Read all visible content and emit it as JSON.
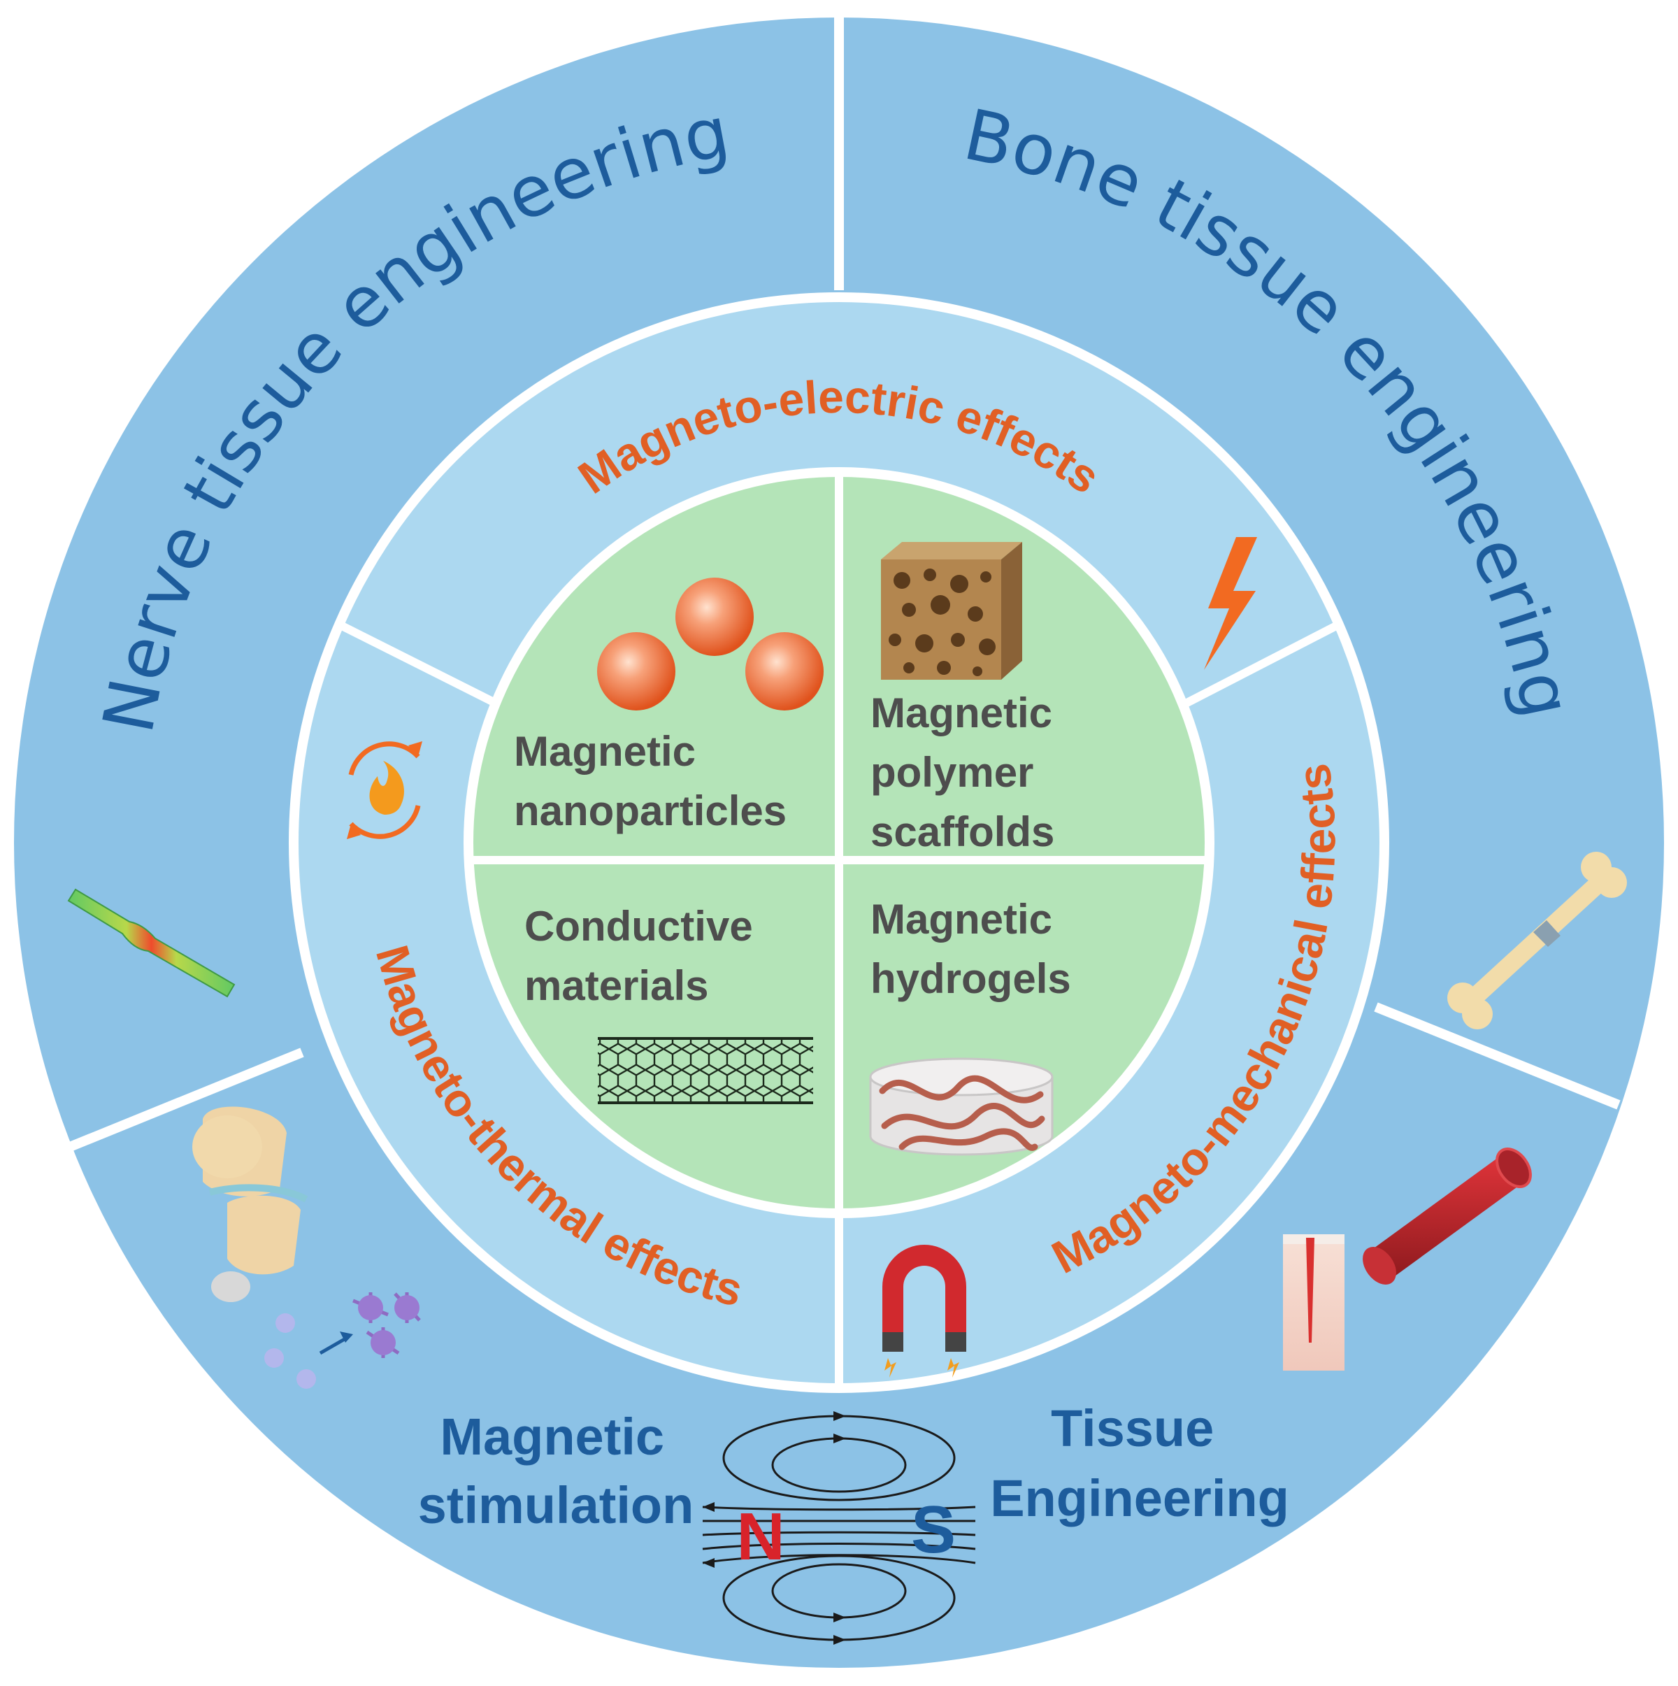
{
  "outer_ring": {
    "top_left": "Nerve tissue engineering",
    "top_right": "Bone tissue engineering"
  },
  "effects": {
    "top": "Magneto-electric effects",
    "right": "Magneto-mechanical effects",
    "left": "Magneto-thermal effects"
  },
  "core": {
    "top_left": [
      "Magnetic",
      "nanoparticles"
    ],
    "top_right": [
      "Magnetic",
      "polymer",
      "scaffolds"
    ],
    "bottom_left": [
      "Conductive",
      "materials"
    ],
    "bottom_right": [
      "Magnetic",
      "hydrogels"
    ]
  },
  "center_bottom": {
    "left": [
      "Magnetic",
      "stimulation"
    ],
    "right": [
      "Tissue",
      "Engineering"
    ],
    "north_pole": "N",
    "south_pole": "S"
  },
  "colors": {
    "outer_ring": "#8cc2e6",
    "middle_ring": "#acd8f0",
    "core": "#b4e4b8",
    "effect_text": "#e15f24",
    "outer_text": "#1d5c9c",
    "core_text": "#4d4d4d"
  },
  "icons": [
    "lightning-icon",
    "flame-cycle-icon",
    "magnet-icon",
    "nerve-icon",
    "bone-icon",
    "knee-joint-icon",
    "cells-icon",
    "blood-vessel-icon",
    "skin-wound-icon",
    "nanoparticles-icon",
    "scaffold-cube-icon",
    "nanotube-icon",
    "hydrogel-icon",
    "magnetic-field-icon"
  ]
}
